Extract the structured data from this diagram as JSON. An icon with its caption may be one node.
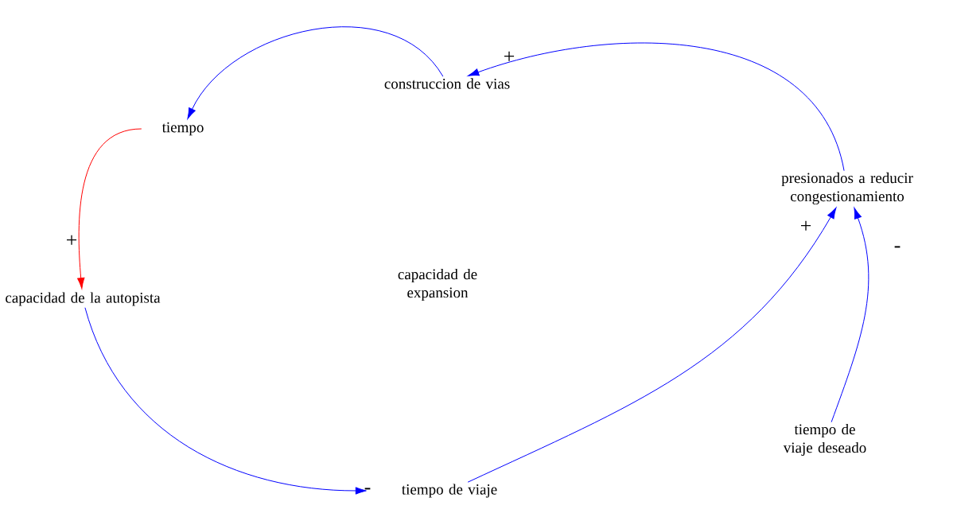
{
  "diagram": {
    "nodes": [
      {
        "text": [
          "construccion de vias"
        ]
      },
      {
        "text": [
          "tiempo"
        ]
      },
      {
        "text": [
          "capacidad de la autopista"
        ]
      },
      {
        "text": [
          "presionados a reducir congestionamiento"
        ]
      },
      {
        "text": [
          "tiempo de viaje"
        ]
      },
      {
        "text": [
          "tiempo de viaje deseado"
        ]
      }
    ],
    "edges": [
      {
        "from": 0,
        "to": 1,
        "arrow": "to"
      },
      {
        "from": 1,
        "to": 2,
        "arrow": "to",
        "label": "+",
        "color": "#ff0000"
      },
      {
        "from": 2,
        "to": 4,
        "arrow": "to",
        "label": "-"
      },
      {
        "from": 4,
        "to": 3,
        "arrow": "to",
        "label": "+"
      },
      {
        "from": 5,
        "to": 3,
        "arrow": "to",
        "label": "-"
      },
      {
        "from": 3,
        "to": 0,
        "arrow": "to",
        "label": "+"
      }
    ],
    "labels": [
      "capacidad de expansion"
    ]
  }
}
